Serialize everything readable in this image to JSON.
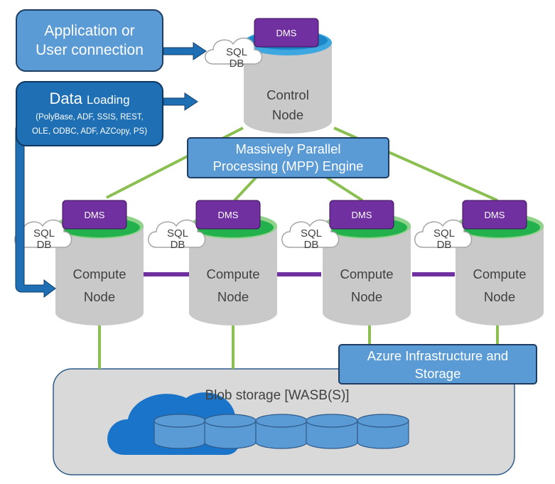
{
  "app_connection": {
    "line1": "Application or",
    "line2": "User connection"
  },
  "data_loading": {
    "title_main": "Data ",
    "title_small": "Loading",
    "sub1": "(PolyBase, ADF, SSIS, REST,",
    "sub2": "OLE, ODBC, ADF, AZCopy, PS)"
  },
  "control_node": {
    "line1": "Control",
    "line2": "Node",
    "dms": "DMS",
    "sql1": "SQL",
    "sql2": "DB"
  },
  "mpp_engine": {
    "line1": "Massively Parallel",
    "line2": "Processing (MPP) Engine"
  },
  "compute_nodes": [
    {
      "line1": "Compute",
      "line2": "Node",
      "dms": "DMS",
      "sql1": "SQL",
      "sql2": "DB"
    },
    {
      "line1": "Compute",
      "line2": "Node",
      "dms": "DMS",
      "sql1": "SQL",
      "sql2": "DB"
    },
    {
      "line1": "Compute",
      "line2": "Node",
      "dms": "DMS",
      "sql1": "SQL",
      "sql2": "DB"
    },
    {
      "line1": "Compute",
      "line2": "Node",
      "dms": "DMS",
      "sql1": "SQL",
      "sql2": "DB"
    }
  ],
  "azure_infra": {
    "line1": "Azure Infrastructure and",
    "line2": "Storage"
  },
  "blob_storage": {
    "label": "Blob storage [WASB(S)]"
  },
  "colors": {
    "dms_purple": "#7030a0",
    "control_top": "#3fa7e0",
    "compute_top": "#2fb14b",
    "cylinder_gray": "#c9c9c9",
    "connector_green": "#8bbf52",
    "interconnect_purple": "#7030a0",
    "box_blue": "#5b9bd5",
    "loading_blue": "#1f6fb4",
    "arrow_blue": "#1f6fb4",
    "blob_cloud": "#1a74c9"
  }
}
